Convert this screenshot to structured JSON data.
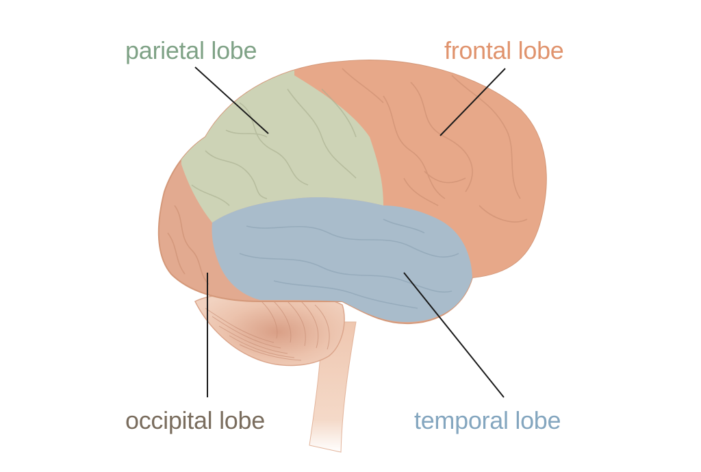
{
  "labels": {
    "parietal": "parietal lobe",
    "frontal": "frontal lobe",
    "occipital": "occipital lobe",
    "temporal": "temporal lobe"
  },
  "colors": {
    "parietal": "#7fa286",
    "frontal": "#e0936d",
    "occipital": "#7a6d5e",
    "temporal": "#84a6bf",
    "parietal_fill": "#cdd3b6",
    "frontal_fill": "#e7a889",
    "occipital_fill": "#e2aa90",
    "temporal_fill": "#a9bccb",
    "cerebellum_fill": "#eec7b2",
    "brainstem_fill": "#f1cdb8",
    "leader_line": "#1a1a1a"
  },
  "icons": {
    "illustration": "brain-illustration"
  }
}
